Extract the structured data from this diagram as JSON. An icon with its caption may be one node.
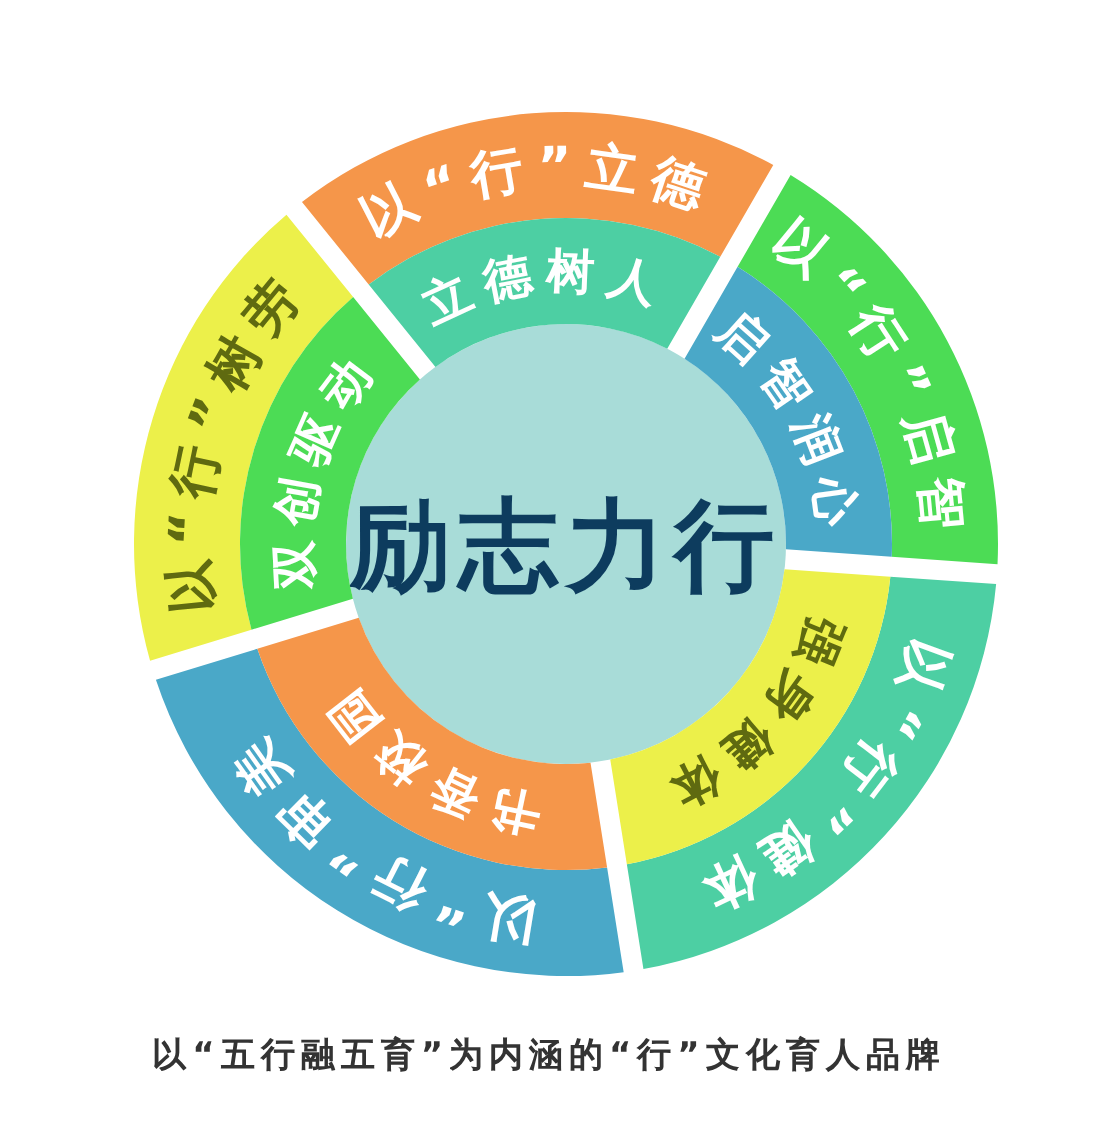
{
  "diagram": {
    "caption": "以“五行融五育”为内涵的“行”文化育人品牌",
    "nodes": [
      {
        "text": [
          "励志力行"
        ]
      },
      {
        "text": [
          "以“行”立德"
        ]
      },
      {
        "text": [
          "立德树人"
        ]
      },
      {
        "text": [
          "以“行”启智"
        ]
      },
      {
        "text": [
          "启智润心"
        ]
      },
      {
        "text": [
          "以“行”健体"
        ]
      },
      {
        "text": [
          "强身健体"
        ]
      },
      {
        "text": [
          "以“行”审美"
        ]
      },
      {
        "text": [
          "书香校园"
        ]
      },
      {
        "text": [
          "以“行”树劳"
        ]
      },
      {
        "text": [
          "双创驱动"
        ]
      }
    ],
    "edges": []
  }
}
